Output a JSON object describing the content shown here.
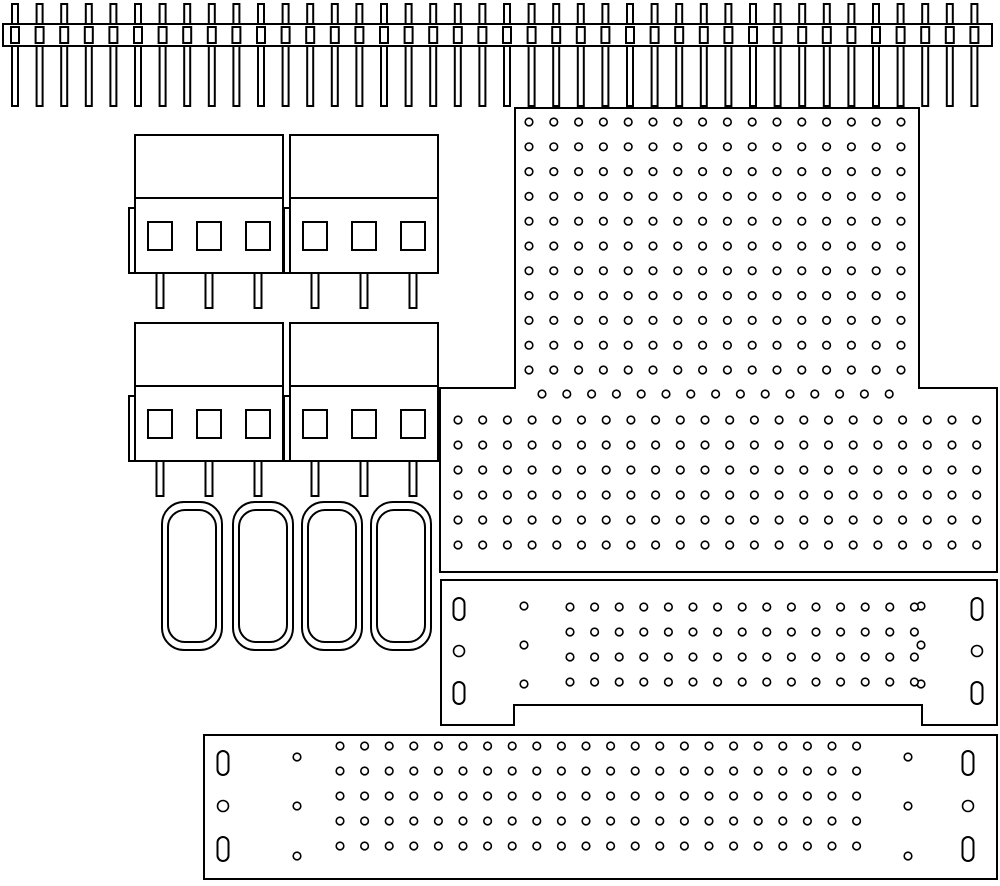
{
  "diagram": {
    "stroke_color": "#000000",
    "fill_color": "#ffffff",
    "pin_header": {
      "pin_count": 40
    },
    "terminal_blocks": {
      "count": 4,
      "positions_each": 3
    },
    "crystals": {
      "count": 4
    },
    "proto_board_large": {
      "upper_rows": 11,
      "upper_cols": 16,
      "lower_rows": 6,
      "lower_cols": 22
    },
    "proto_board_mid": {
      "rows": 4,
      "cols": 15
    },
    "proto_board_bottom": {
      "rows": 5,
      "cols": 22
    }
  }
}
